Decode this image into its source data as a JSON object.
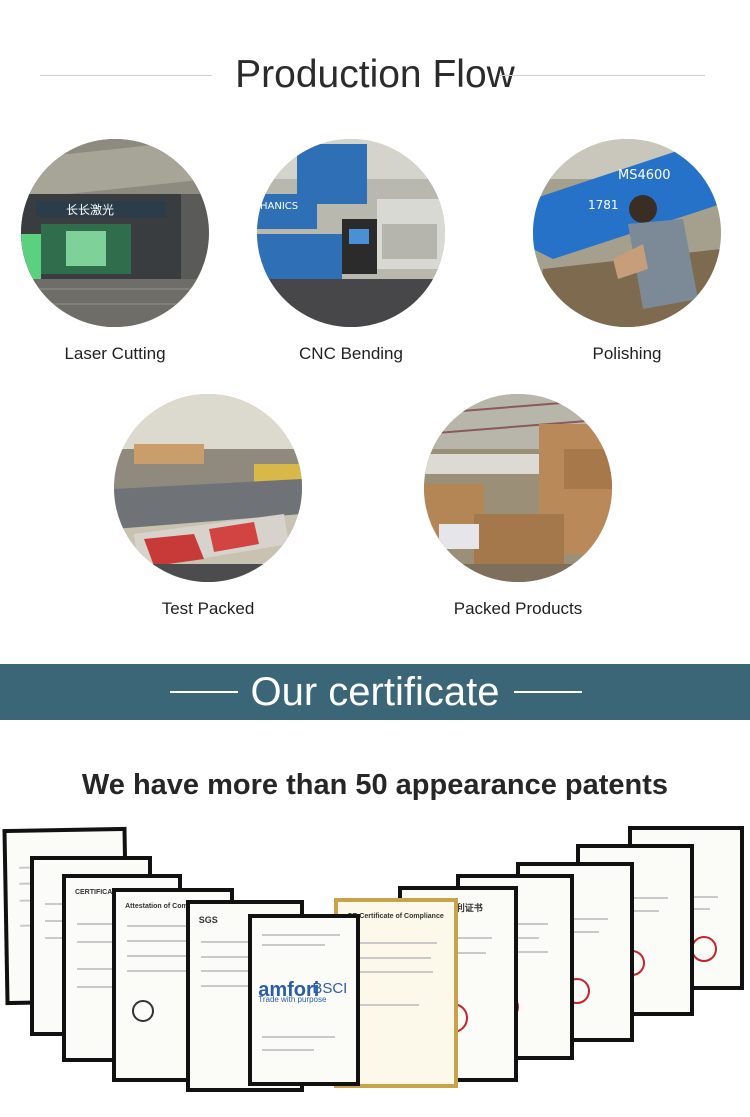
{
  "production": {
    "title": "Production Flow",
    "steps": [
      {
        "label": "Laser Cutting"
      },
      {
        "label": "CNC Bending"
      },
      {
        "label": "Polishing"
      },
      {
        "label": "Test Packed"
      },
      {
        "label": "Packed Products"
      }
    ]
  },
  "certificate": {
    "banner_title": "Our certificate",
    "banner_color": "#3a6677",
    "headline": "We have more than 50 appearance patents",
    "documents": [
      {
        "title": ""
      },
      {
        "title": ""
      },
      {
        "title": "CERTIFICATE"
      },
      {
        "title": "Attestation of Compliance"
      },
      {
        "title": "SGS"
      },
      {
        "title": "amfori",
        "subtitle": "Trade with purpose",
        "badge": "BSCI"
      },
      {
        "title": "CE-Certificate of Compliance"
      },
      {
        "title": "专利证书"
      },
      {
        "title": ""
      },
      {
        "title": ""
      },
      {
        "title": "REGISTRATION"
      }
    ]
  }
}
